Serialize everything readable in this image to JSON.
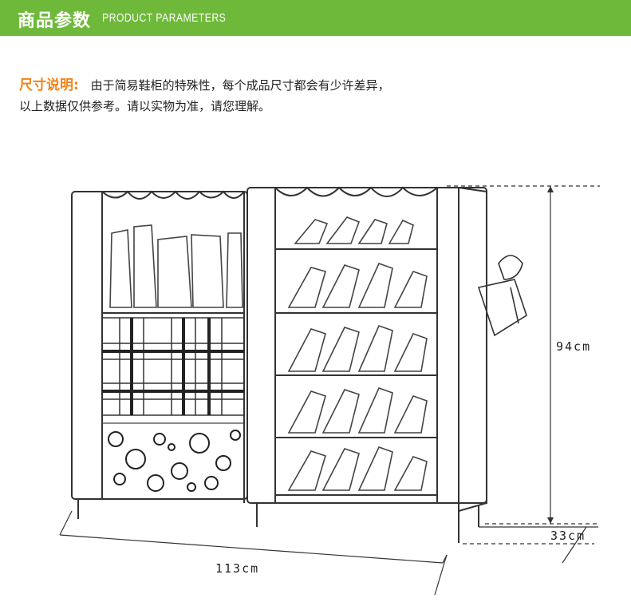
{
  "header": {
    "title_cn": "商品参数",
    "title_en": "PRODUCT PARAMETERS"
  },
  "note": {
    "label": "尺寸说明:",
    "line1": "由于简易鞋柜的特殊性，每个成品尺寸都会有少许差异，",
    "line2": "以上数据仅供参考。请以实物为准，请您理解。"
  },
  "dimensions": {
    "height": "94cm",
    "depth": "33cm",
    "width": "113cm"
  },
  "colors": {
    "header_bg": "#6eb93a",
    "accent_orange": "#f08519"
  },
  "icons": [
    "shoe-cabinet-illustration"
  ]
}
